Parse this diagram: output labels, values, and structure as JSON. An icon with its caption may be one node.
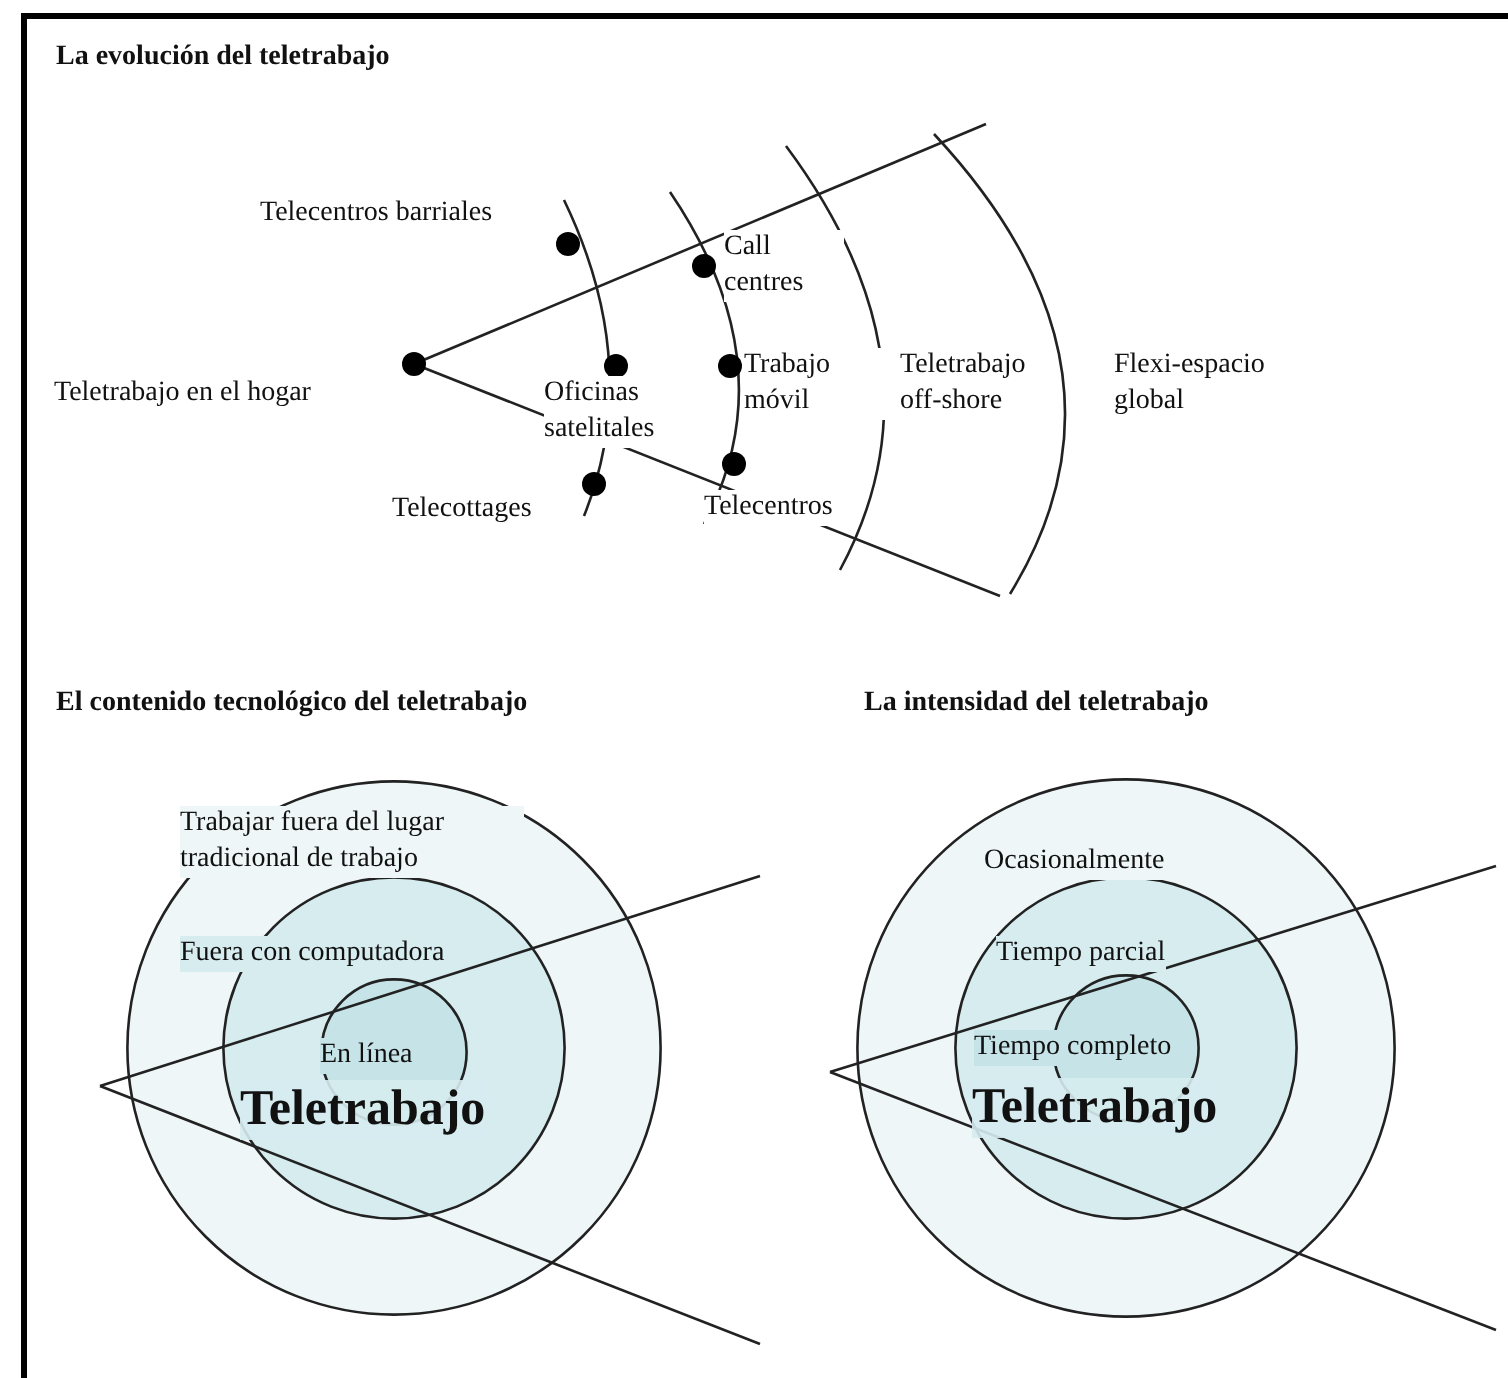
{
  "diagram": {
    "nodes": [
      {
        "text": [
          "Trabajar fuera del lugar tradicional de trabajo"
        ]
      },
      {
        "text": [
          "Fuera con computadora"
        ],
        "in": 0
      },
      {
        "text": [
          "En línea"
        ],
        "in": 1
      },
      {
        "text": [
          "Ocasionalmente"
        ]
      },
      {
        "text": [
          "Tiempo parcial"
        ],
        "in": 3
      },
      {
        "text": [
          "Tiempo completo"
        ],
        "in": 4
      }
    ],
    "edges": [],
    "labels": [
      "La evolución del teletrabajo",
      "Telecentros barriales",
      "Call centres",
      "Teletrabajo en el hogar",
      "Oficinas satelitales",
      "Trabajo móvil",
      "Teletrabajo off-shore",
      "Flexi-espacio global",
      "Telecottages",
      "Telecentros",
      "El contenido tecnológico del teletrabajo",
      "La intensidad del teletrabajo",
      "Teletrabajo",
      "Teletrabajo"
    ]
  }
}
